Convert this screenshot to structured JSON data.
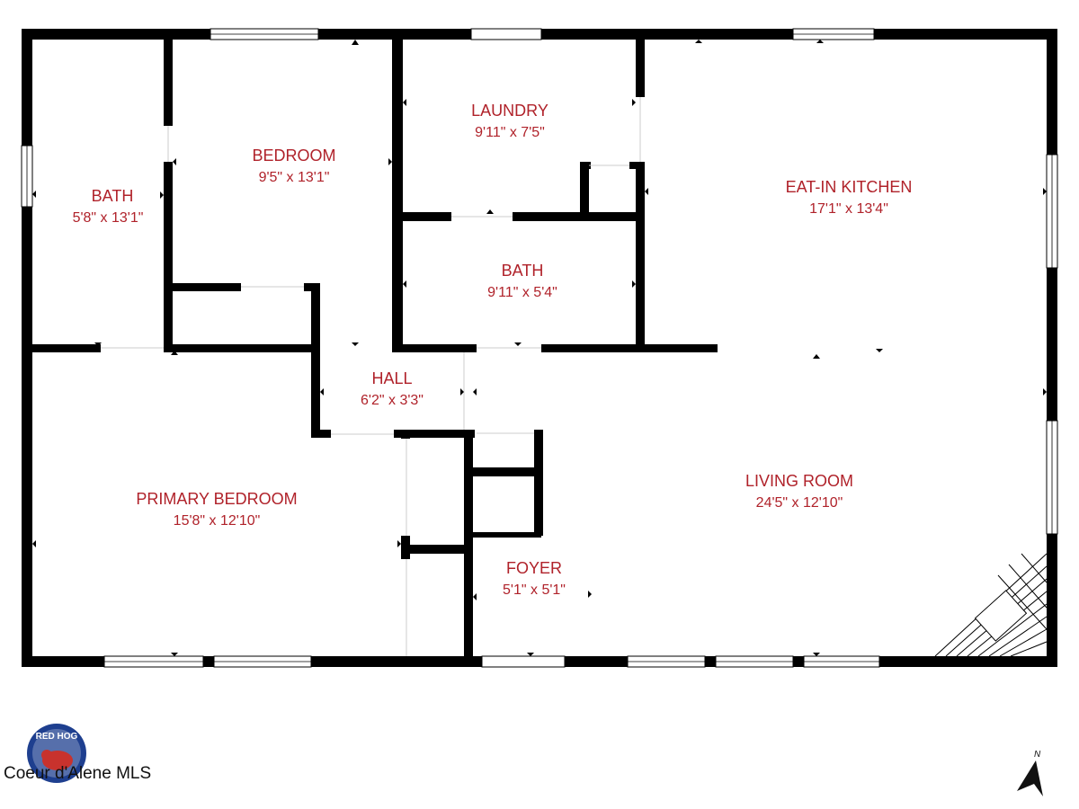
{
  "rooms": {
    "bath_left": {
      "name": "BATH",
      "dims": "5'8\" x 13'1\""
    },
    "bedroom": {
      "name": "BEDROOM",
      "dims": "9'5\" x 13'1\""
    },
    "laundry": {
      "name": "LAUNDRY",
      "dims": "9'11\" x 7'5\""
    },
    "eat_in_kitchen": {
      "name": "EAT-IN KITCHEN",
      "dims": "17'1\" x 13'4\""
    },
    "bath_center": {
      "name": "BATH",
      "dims": "9'11\" x 5'4\""
    },
    "hall": {
      "name": "HALL",
      "dims": "6'2\" x 3'3\""
    },
    "primary_bedroom": {
      "name": "PRIMARY BEDROOM",
      "dims": "15'8\" x 12'10\""
    },
    "living_room": {
      "name": "LIVING ROOM",
      "dims": "24'5\" x 12'10\""
    },
    "foyer": {
      "name": "FOYER",
      "dims": "5'1\" x 5'1\""
    }
  },
  "logo": {
    "badge": "RED HOG",
    "text": "Coeur d'Alene MLS"
  },
  "compass": {
    "label": "N"
  },
  "colors": {
    "label": "#b0222a",
    "wall": "#000000",
    "badge": "#1e3f8f",
    "badge_accent": "#c8322d"
  }
}
